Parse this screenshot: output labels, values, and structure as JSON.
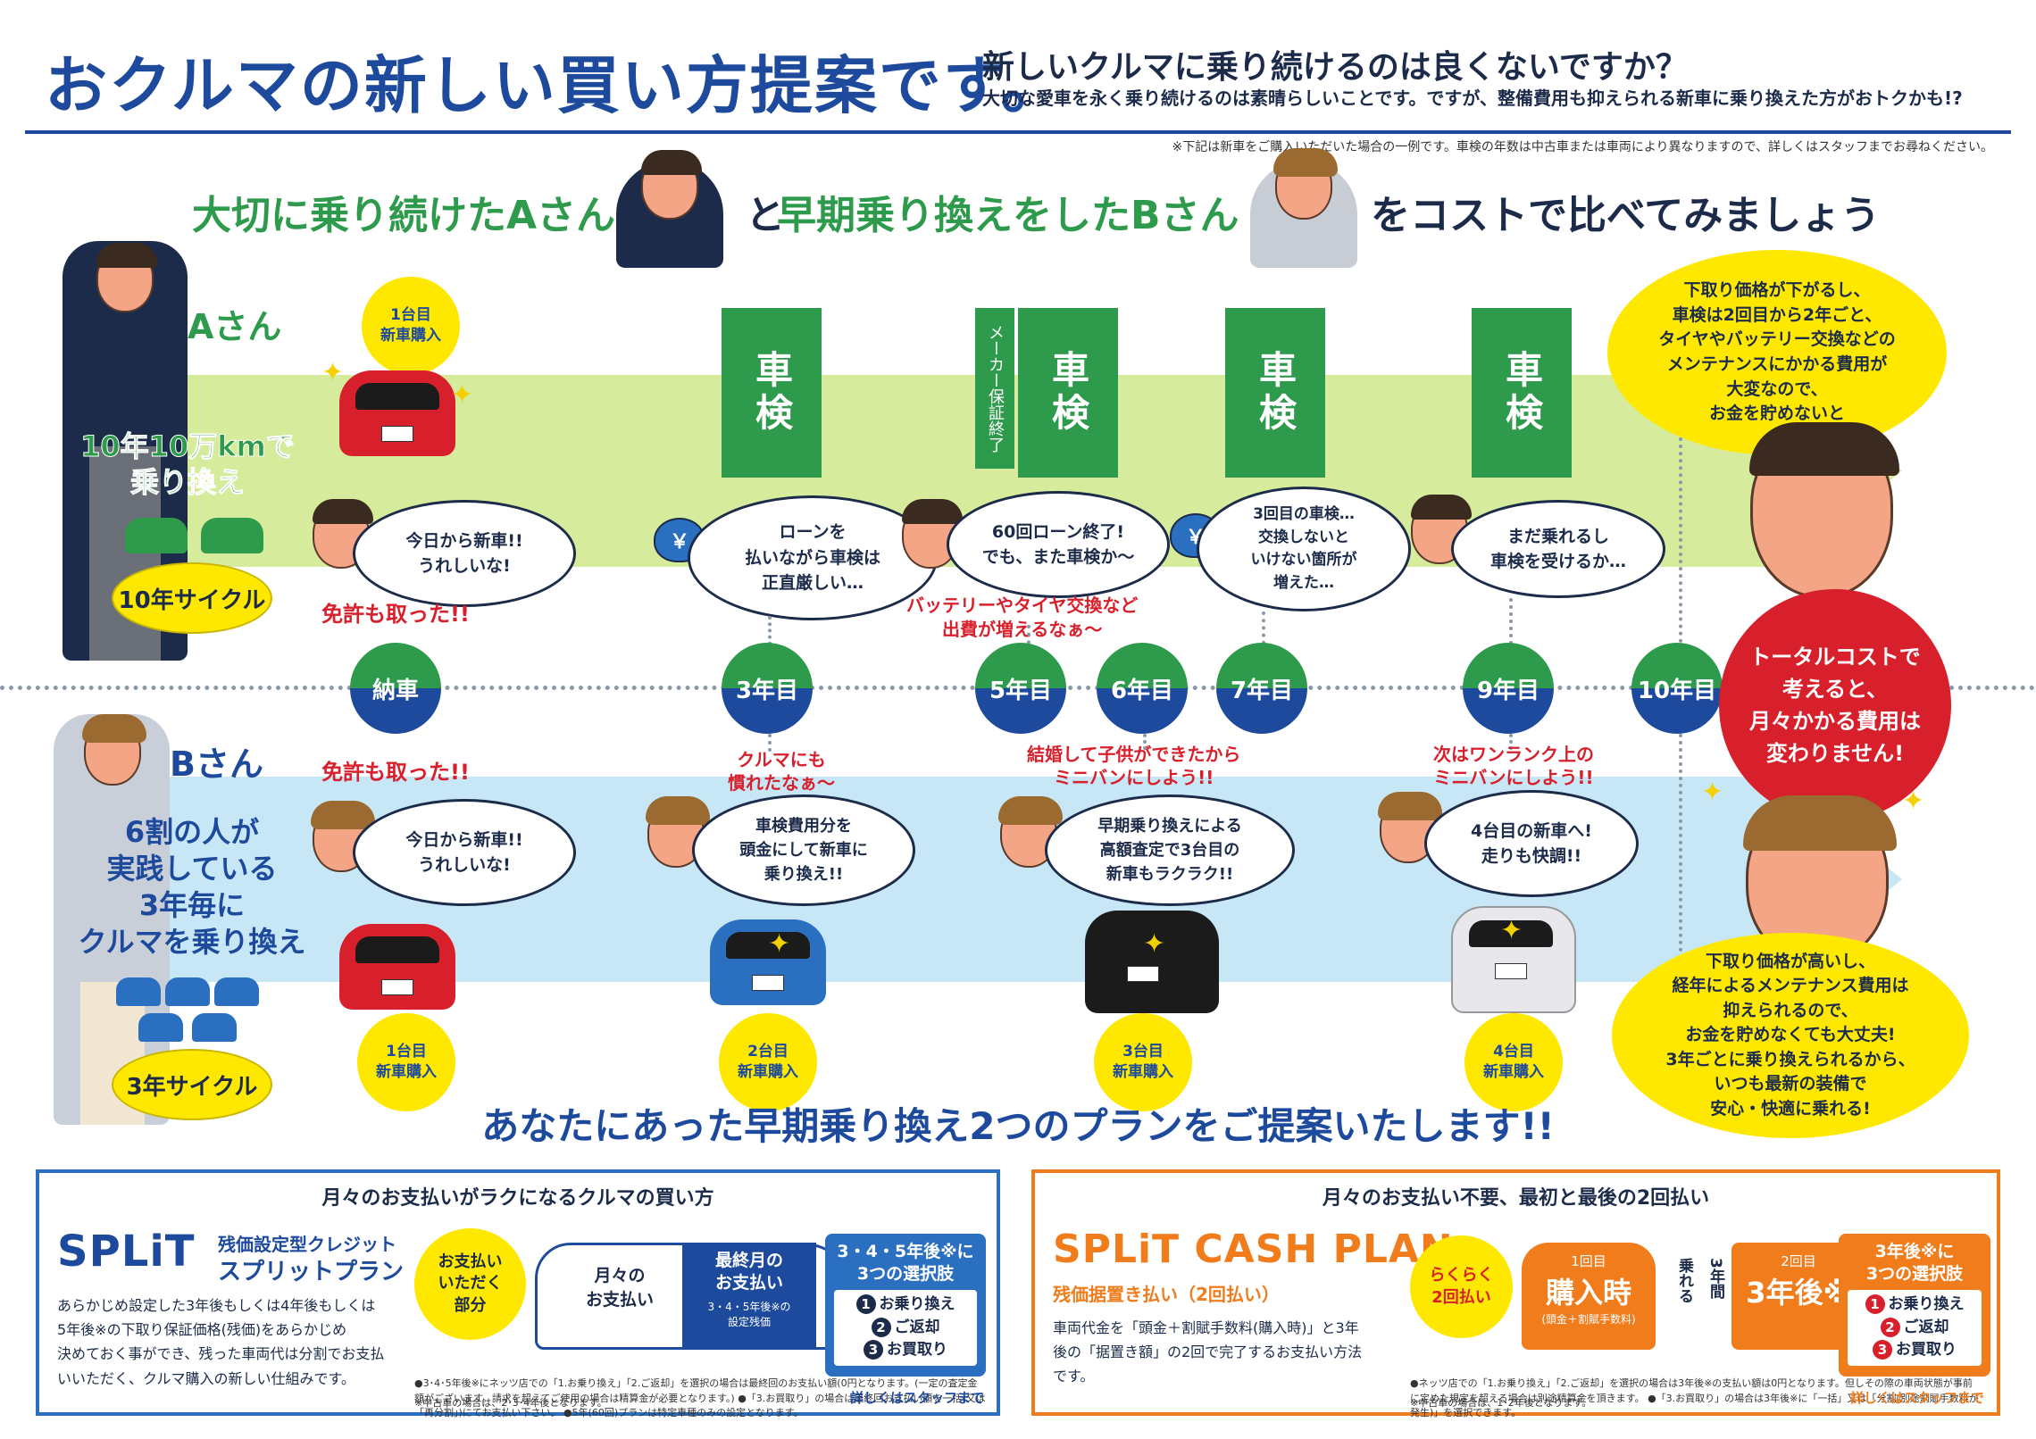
{
  "header": {
    "title": "おクルマの新しい買い方提案です。",
    "question": "新しいクルマに乗り続けるのは良くないですか？",
    "desc": "大切な愛車を永く乗り続けるのは素晴らしいことです。ですが、整備費用も抑えられる新車に乗り換えた方がおトクかも!?",
    "note": "※下記は新車をご購入いただいた場合の一例です。車検の年数は中古車または車両により異なりますので、詳しくはスタッフまでお尋ねください。"
  },
  "compare": {
    "part1": "大切に乗り続けたAさん",
    "part2": "と",
    "part3": "早期乗り換えをしたBさん",
    "part4": "をコストで比べてみましょう"
  },
  "person_a": {
    "label": "Aさん",
    "plan": "10年10万kmで\n乗り換え",
    "cycle": "10年サイクル",
    "first_badge": "1台目\n新車購入",
    "license": "免許も取った!!"
  },
  "person_b": {
    "label": "Bさん",
    "plan": "6割の人が\n実践している\n3年毎に\nクルマを乗り換え",
    "cycle": "3年サイクル",
    "license": "免許も取った!!"
  },
  "shaken": {
    "label": "車検",
    "maker_note": "メーカー保証終了"
  },
  "timeline": [
    "納車",
    "3年目",
    "5年目",
    "6年目",
    "7年目",
    "9年目",
    "10年目"
  ],
  "a_bubbles": {
    "b0": "今日から新車!!\nうれしいな!",
    "b1": "ローンを\n払いながら車検は\n正直厳しい…",
    "b2": "60回ローン終了!\nでも、また車検か～",
    "b3": "3回目の車検…\n交換しないと\nいけない箇所が\n増えた…",
    "b4": "まだ乗れるし\n車検を受けるか…",
    "battery": "バッテリーやタイヤ交換など\n出費が増えるなぁ～",
    "coin": "￥"
  },
  "b_bubbles": {
    "b0": "今日から新車!!\nうれしいな!",
    "b1": "車検費用分を\n頭金にして新車に\n乗り換え!!",
    "b2": "早期乗り換えによる\n高額査定で3台目の\n新車もラクラク!!",
    "b3": "4台目の新車へ!\n走りも快調!!",
    "c1": "クルマにも\n慣れたなぁ～",
    "c2": "結婚して子供ができたから\nミニバンにしよう!!",
    "c3": "次はワンランク上の\nミニバンにしよう!!"
  },
  "b_badges": [
    "1台目\n新車購入",
    "2台目\n新車購入",
    "3台目\n新車購入",
    "4台目\n新車購入"
  ],
  "right_a": "下取り価格が下がるし、\n車検は2回目から2年ごと、\nタイヤやバッテリー交換などの\nメンテナンスにかかる費用が\n大変なので、\nお金を貯めないと",
  "total": "トータルコストで\n考えると、\n月々かかる費用は\n変わりません!",
  "right_b": "下取り価格が高いし、\n経年によるメンテナンス費用は\n抑えられるので、\nお金を貯めなくても大丈夫!\n3年ごとに乗り換えられるから、\nいつも最新の装備で\n安心・快適に乗れる!",
  "plans_title": "あなたにあった早期乗り換え2つのプランをご提案いたします!!",
  "plan_a": {
    "head": "月々のお支払いがラクになるクルマの買い方",
    "logo": "SPLiT",
    "sub1": "残価設定型クレジット",
    "sub2": "スプリットプラン",
    "text": "あらかじめ設定した3年後もしくは4年後もしくは\n5年後※の下取り保証価格(残価)をあらかじめ\n決めておく事ができ、残った車両代は分割でお支払\nいいただく、クルマ購入の新しい仕組みです。",
    "circle": "お支払い\nいただく\n部分",
    "monthly": "月々の\nお支払い",
    "final": "最終月の\nお支払い",
    "final_sub": "3・4・5年後※の\n設定残価",
    "opt_title": "3・4・5年後※に\n3つの選択肢",
    "options": [
      "お乗り換え",
      "ご返却",
      "お買取り"
    ],
    "footnote": "●3･4･5年後※にネッツ店での「1.お乗り換え」「2.ご返却」を選択の場合は最終回のお支払い額(0円となります。(一定の査定金額がございます。請求を超えてご使用の場合は精算金が必要となります。) ●「3.お買取り」の場合は最終回お支払い額を一括(又は「再分割」)にてお支払い下さい。 ●5年(60回)プランは特定車種のみの設定となります。",
    "footnote2": "※中古車の場合は、2･3･4年後となります。",
    "more": "詳しくはスタッフまで"
  },
  "plan_b": {
    "head": "月々のお支払い不要、最初と最後の2回払い",
    "logo": "SPLiT CASH PLAN",
    "sub": "残価据置き払い（2回払い）",
    "text": "車両代金を「頭金＋割賦手数料(購入時)」と3年\n後の「据置き額」の2回で完了するお支払い方法\nです。",
    "circle": "らくらく\n2回払い",
    "first_label": "1回目",
    "first_value": "購入時",
    "first_sub": "(頭金＋割賦手数料)",
    "ride": "乗れる",
    "years": "3年間",
    "second_label": "2回目",
    "second_value": "3年後※",
    "opt_title": "3年後※に\n3つの選択肢",
    "options": [
      "お乗り換え",
      "ご返却",
      "お買取り"
    ],
    "footnote": "●ネッツ店での「1.お乗り換え」「2.ご返却」を選択の場合は3年後※の支払い額は0円となります。但しその際の車両状態が事前に定めた規定を超える場合は別途精算金を頂きます。 ●「3.お買取り」の場合は3年後※に「一括」又は「分割(別途割賦手数料が発生)」を選択できます。",
    "footnote2": "※中古車の場合は、1･2年後となります。",
    "more": "詳しくはスタッフまで"
  },
  "colors": {
    "navy": "#1d4a9c",
    "green": "#2e9a4c",
    "red": "#d8202c",
    "yellow": "#ffe800",
    "orange": "#f07c1c"
  }
}
